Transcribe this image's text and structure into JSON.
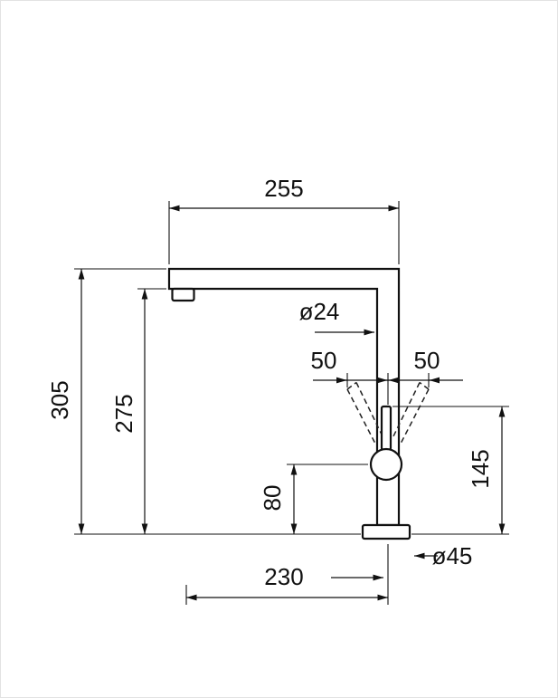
{
  "dimensions": {
    "spout_reach": "255",
    "overall_height": "305",
    "spout_clearance_height": "275",
    "spout_tube_diameter": "ø24",
    "handle_swing_left": "50",
    "handle_swing_right": "50",
    "handle_pivot_height": "80",
    "handle_top_height": "145",
    "outlet_projection": "230",
    "base_diameter": "ø45"
  }
}
